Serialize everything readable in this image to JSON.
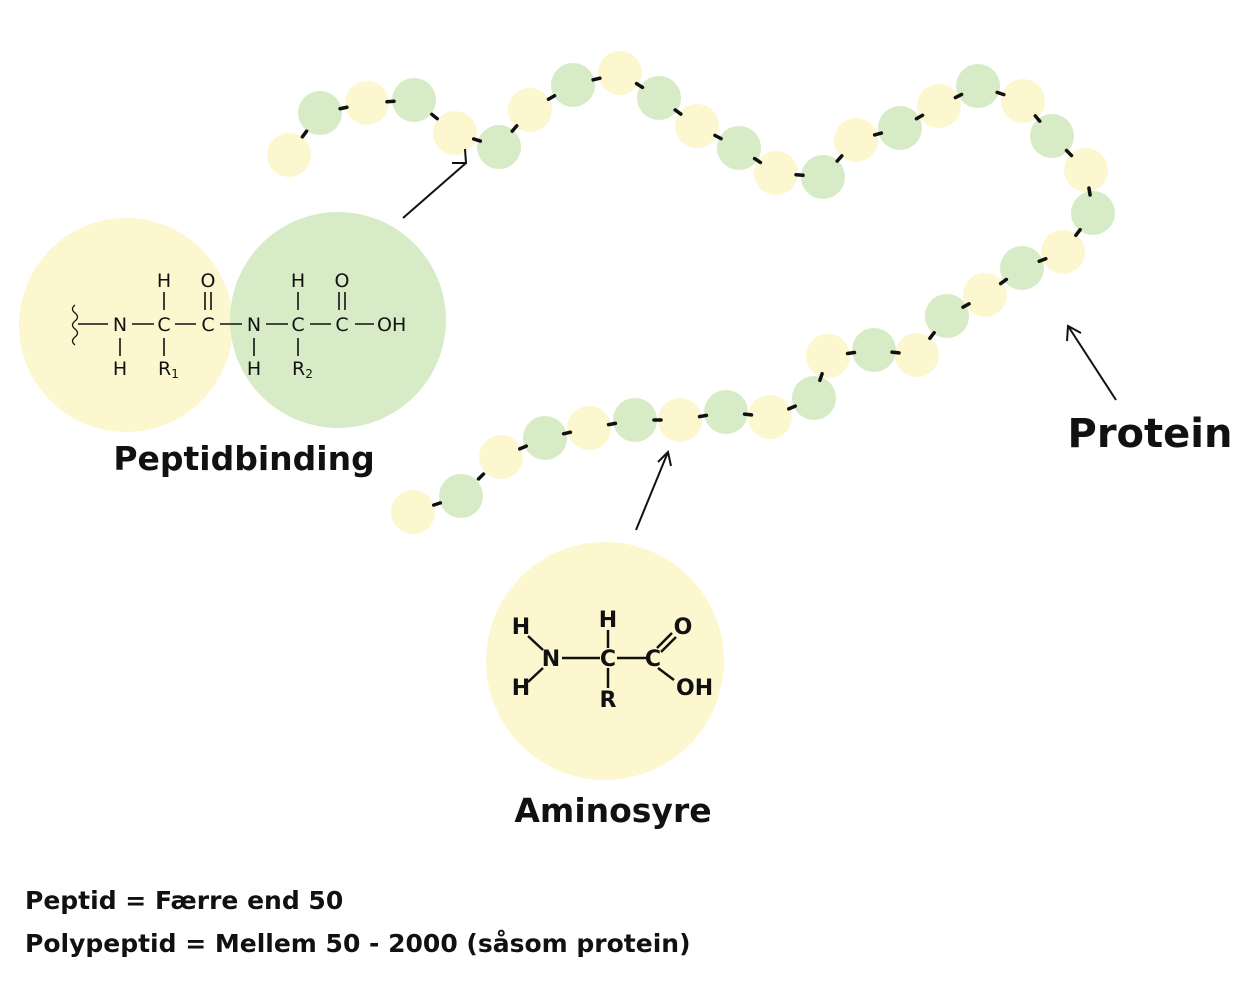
{
  "colors": {
    "yellow": "#fcf7cf",
    "green": "#d7ecc6",
    "bond": "#111111",
    "text": "#111111"
  },
  "labels": {
    "peptide_bond": "Peptidbinding",
    "protein": "Protein",
    "amino_acid": "Aminosyre"
  },
  "peptide_formula": {
    "n1": "N",
    "c1": "C",
    "c2": "C",
    "n2": "N",
    "c3": "C",
    "c4": "C",
    "oh": "OH",
    "h_top1": "H",
    "o_top1": "O",
    "h_top2": "H",
    "o_top2": "O",
    "h_bot1": "H",
    "r1": "R",
    "r1_sub": "1",
    "h_bot2": "H",
    "r2": "R",
    "r2_sub": "2"
  },
  "amino_formula": {
    "h1": "H",
    "h2": "H",
    "n": "N",
    "c_alpha": "C",
    "c_carboxyl": "C",
    "h_top": "H",
    "r": "R",
    "o": "O",
    "oh": "OH"
  },
  "footer": {
    "line1": "Peptid = Færre end 50",
    "line2": "Polypeptid = Mellem 50 - 2000 (såsom protein)"
  }
}
